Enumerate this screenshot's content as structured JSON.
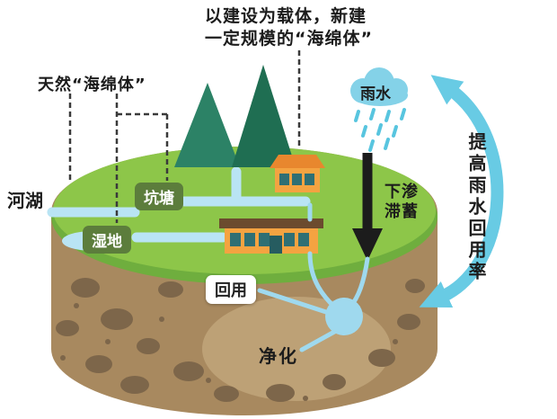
{
  "header": {
    "title_line1": "以建设为载体，新建",
    "title_line2": "一定规模的“海绵体”",
    "natural_label": "天然“海绵体”"
  },
  "island_labels": {
    "river_lake": "河湖",
    "pond": "坑塘",
    "wetland": "湿地",
    "reuse": "回用",
    "purification": "净化"
  },
  "rain": {
    "cloud_label": "雨水",
    "infiltration_line1": "下渗",
    "infiltration_line2": "滞蓄"
  },
  "side": {
    "note": "提高雨水回用率"
  },
  "colors": {
    "grass": "#8dc649",
    "grass_rim": "#6fae3e",
    "soil": "#a8895f",
    "rock": "#7d664a",
    "water": "#b9e4f4",
    "pipe": "#9fd9ee",
    "cloud": "#84d2e8",
    "raindrop": "#58c5df",
    "cycle_arrow": "#68cbe4",
    "tree_light": "#2c8266",
    "tree_dark": "#1f6e52",
    "house_orange": "#f4a341",
    "roof_orange": "#e8872e",
    "roof_brown": "#6b4b2e",
    "window_teal": "#2f6f74",
    "badge_green": "#5c7d3c",
    "arrow_black": "#1c1c1c"
  }
}
